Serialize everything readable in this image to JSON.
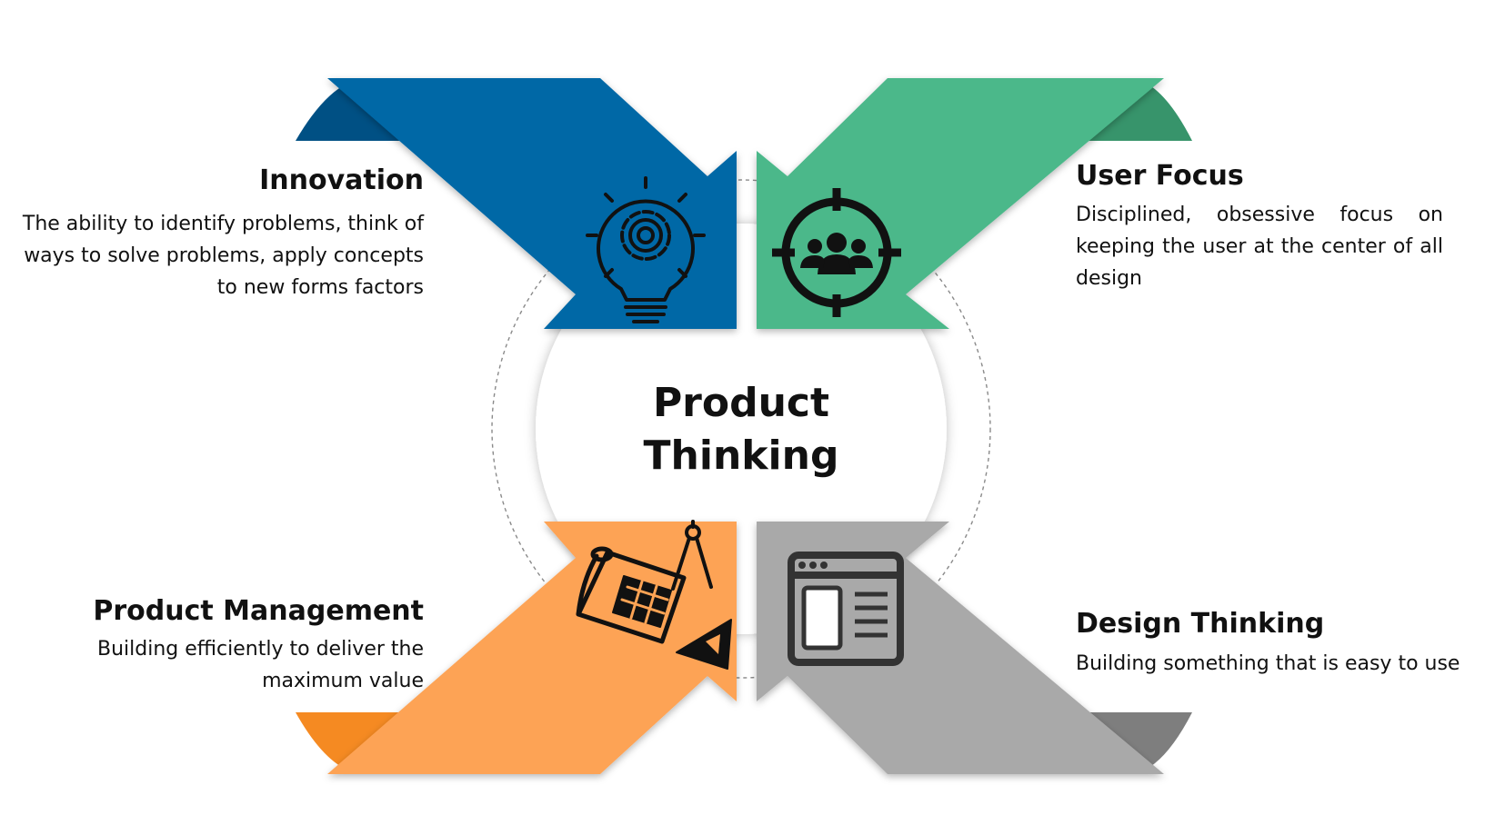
{
  "center": {
    "line1": "Product",
    "line2": "Thinking"
  },
  "blocks": {
    "innovation": {
      "title": "Innovation",
      "description": "The ability to identify problems, think of ways to solve problems, apply concepts to new forms factors",
      "color": "#0068A6",
      "shade_color": "#005084",
      "icon": "lightbulb-gear-icon"
    },
    "user_focus": {
      "title": "User Focus",
      "description": "Disciplined, obsessive focus on keeping the user at the center of all design",
      "color": "#4BB88A",
      "shade_color": "#37946B",
      "icon": "target-users-icon"
    },
    "product_management": {
      "title": "Product Management",
      "description": "Building efficiently to deliver the maximum value",
      "color": "#FDA354",
      "shade_color": "#F58A22",
      "icon": "blueprint-compass-icon"
    },
    "design_thinking": {
      "title": "Design Thinking",
      "description": "Building something that is easy to use",
      "color": "#A9A9A9",
      "shade_color": "#7E7E7E",
      "icon": "browser-window-icon"
    }
  }
}
